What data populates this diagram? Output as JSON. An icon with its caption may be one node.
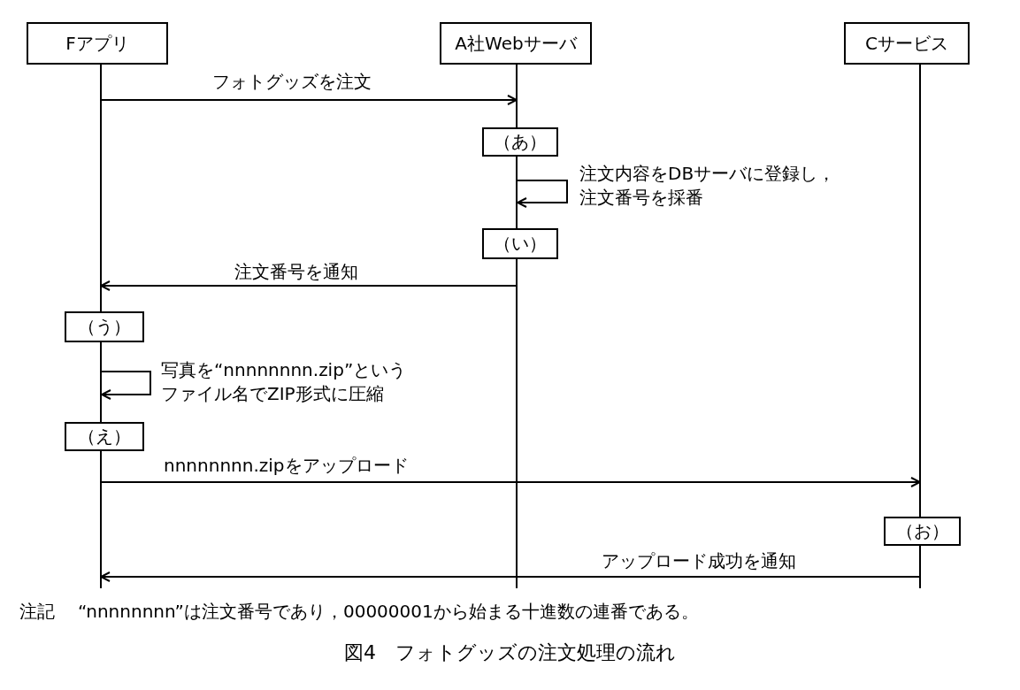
{
  "diagram": {
    "caption": "図4　フォトグッズの注文処理の流れ",
    "nodes": [
      {
        "text": [
          "Fアプリ"
        ]
      },
      {
        "text": [
          "A社Webサーバ"
        ]
      },
      {
        "text": [
          "Cサービス"
        ]
      },
      {
        "text": [
          "（あ）"
        ]
      },
      {
        "text": [
          "（い）"
        ]
      },
      {
        "text": [
          "（う）"
        ]
      },
      {
        "text": [
          "（え）"
        ]
      },
      {
        "text": [
          "（お）"
        ]
      },
      {
        "text": [],
        "shape": "line"
      },
      {
        "text": [],
        "shape": "line"
      },
      {
        "text": [],
        "shape": "line"
      }
    ],
    "edges": [
      {
        "from": 8,
        "to": 9,
        "arrow": "to",
        "label": "フォトグッズを注文"
      },
      {
        "from": 9,
        "to": 9,
        "arrow": "to",
        "label": "注文内容をDBサーバに登録し，注文番号を採番"
      },
      {
        "from": 9,
        "to": 8,
        "arrow": "to",
        "label": "注文番号を通知"
      },
      {
        "from": 8,
        "to": 8,
        "arrow": "to",
        "label": "写真を“nnnnnnnn.zip”というファイル名でZIP形式に圧縮"
      },
      {
        "from": 8,
        "to": 10,
        "arrow": "to",
        "label": "nnnnnnnn.zipをアップロード"
      },
      {
        "from": 10,
        "to": 8,
        "arrow": "to",
        "label": "アップロード成功を通知"
      }
    ],
    "labels": [
      "注記",
      "“nnnnnnnn”は注文番号であり，00000001から始まる十進数の連番である。"
    ]
  }
}
